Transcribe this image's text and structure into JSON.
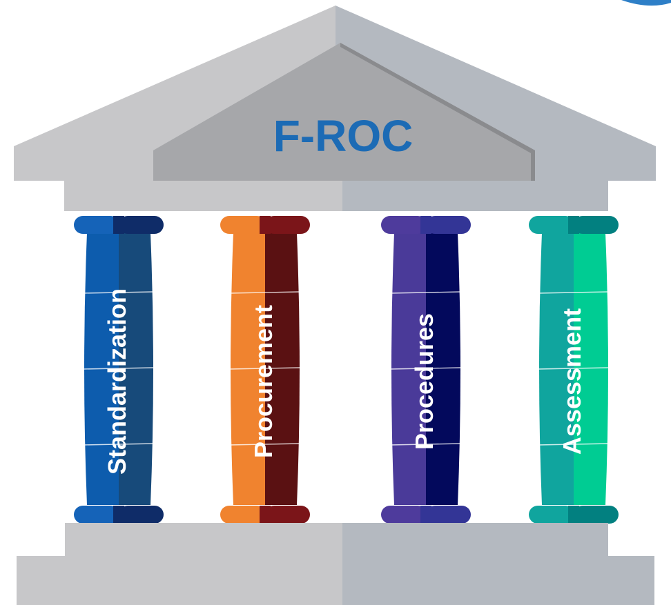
{
  "title": "F-ROC",
  "pillars": [
    {
      "label": "Standardization",
      "color_left": "#0d5cad",
      "color_right": "#174a7a",
      "cap_left": "#1563b8",
      "cap_right": "#0f2c68"
    },
    {
      "label": "Procurement",
      "color_left": "#f0832f",
      "color_right": "#5a1112",
      "cap_left": "#f0832f",
      "cap_right": "#7b1519"
    },
    {
      "label": "Procedures",
      "color_left": "#4a3a99",
      "color_right": "#03095c",
      "cap_left": "#4e3b9c",
      "cap_right": "#333596"
    },
    {
      "label": "Assessment",
      "color_left": "#10a59e",
      "color_right": "#00cc93",
      "cap_left": "#10a59e",
      "cap_right": "#028080"
    }
  ],
  "colors": {
    "title": "#1c6bb5",
    "stone_left": "#c7c7c9",
    "stone_right": "#b4b9c0",
    "pediment": "#a6a7aa"
  },
  "corner_shape": "blue-swoosh"
}
